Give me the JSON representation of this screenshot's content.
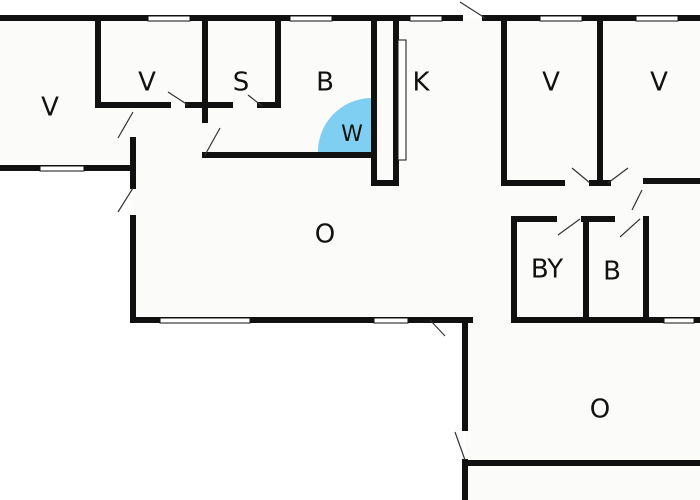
{
  "floorplan": {
    "colors": {
      "background": "#ffffff",
      "room_fill": "#fbfbf9",
      "wall": "#111111",
      "window": "#ffffff",
      "door": "#333333",
      "shower": "#7fcff2"
    },
    "rooms": {
      "v_left": "V",
      "v_small": "V",
      "s": "S",
      "b_top": "B",
      "w": "W",
      "k": "K",
      "v_right1": "V",
      "v_right2": "V",
      "o_main": "O",
      "by": "BY",
      "b_right": "B",
      "o_lower": "O"
    }
  }
}
